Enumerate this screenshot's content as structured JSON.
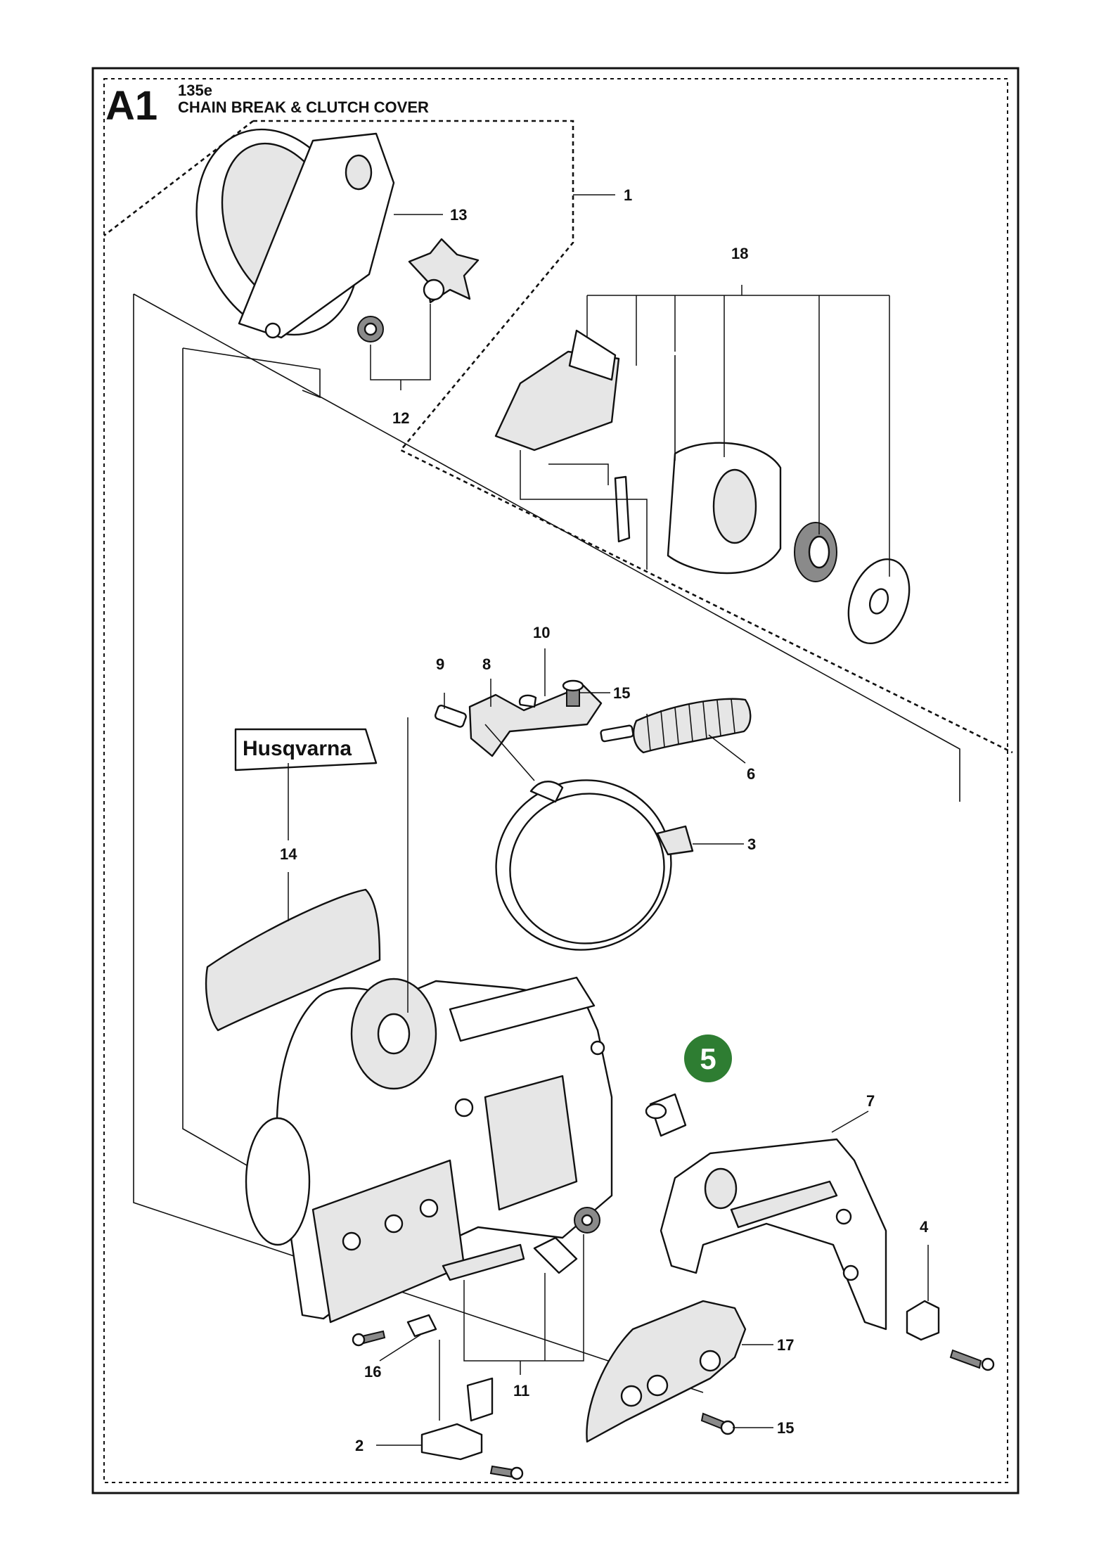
{
  "header": {
    "section_code": "A1",
    "model": "135e",
    "title": "CHAIN BREAK & CLUTCH COVER"
  },
  "brand": {
    "logo_text": "Husqvarna"
  },
  "highlight": {
    "part_number": "5",
    "color": "#2e7d32"
  },
  "callouts": [
    "1",
    "2",
    "3",
    "4",
    "6",
    "7",
    "8",
    "9",
    "10",
    "11",
    "12",
    "13",
    "14",
    "15",
    "15",
    "16",
    "17",
    "18"
  ]
}
